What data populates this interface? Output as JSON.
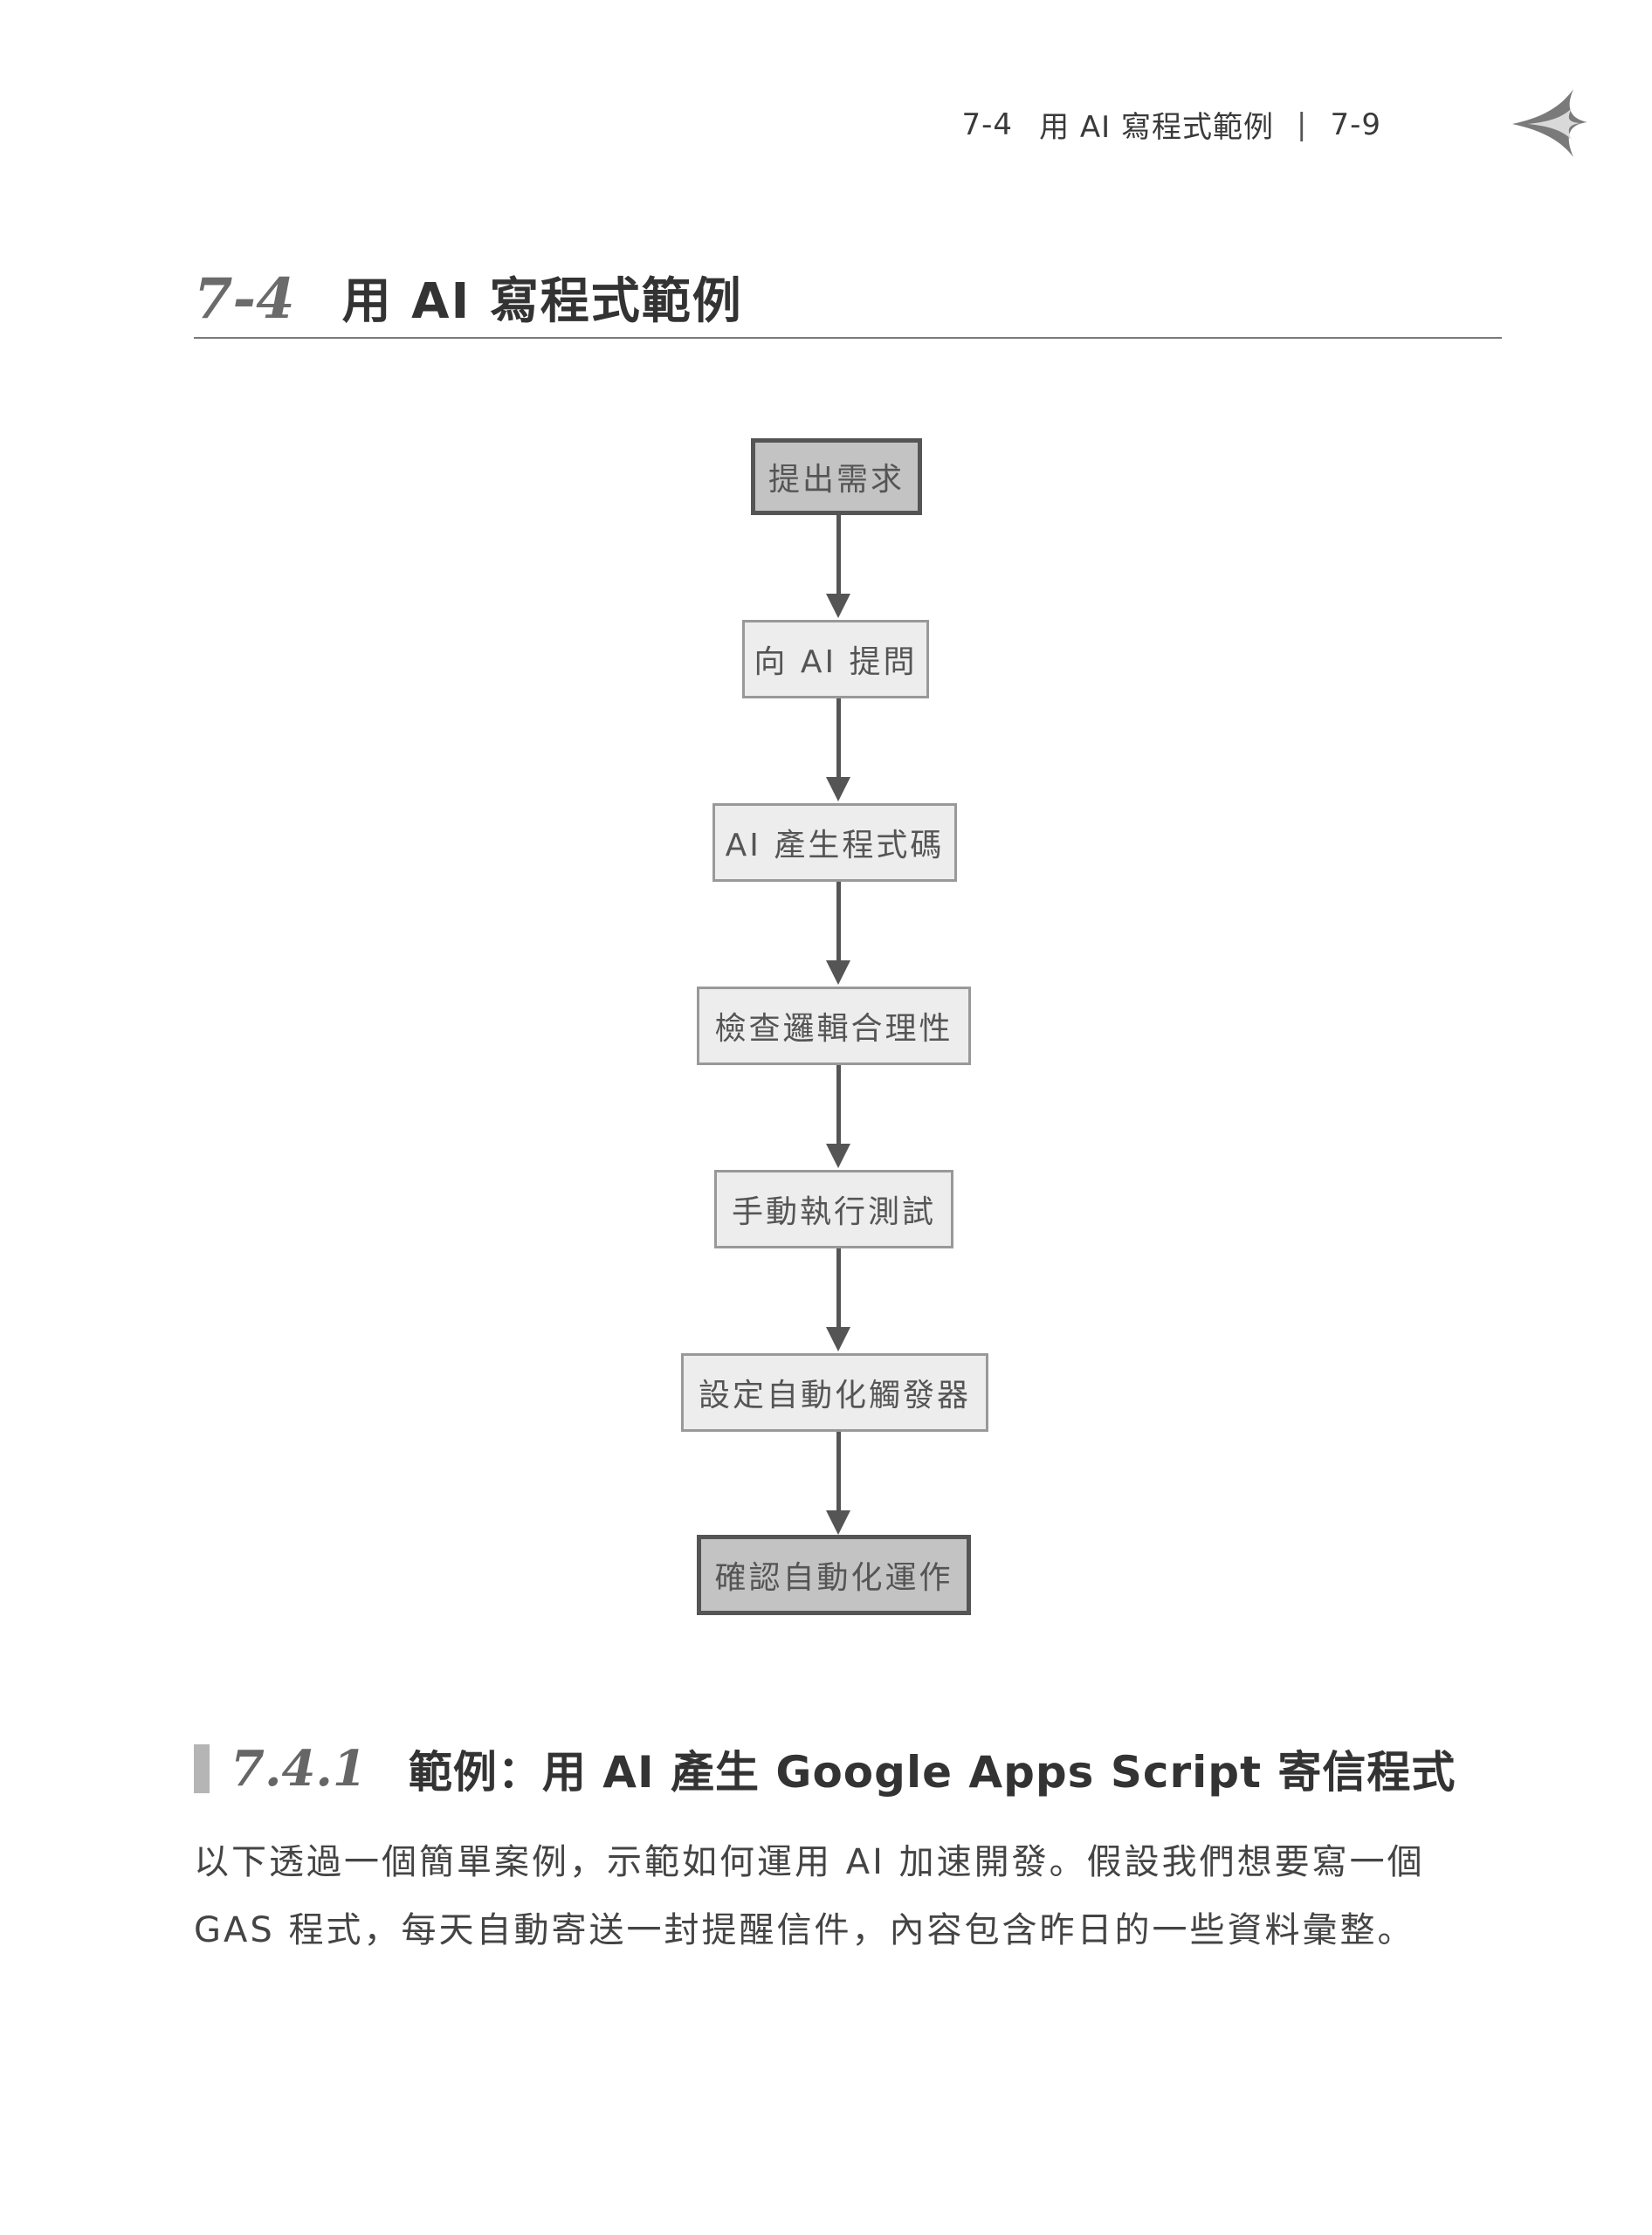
{
  "running_header": {
    "section": "7-4",
    "title": "用 AI 寫程式範例",
    "separator": "|",
    "page": "7-9"
  },
  "section": {
    "number": "7-4",
    "title": "用 AI 寫程式範例"
  },
  "flowchart": {
    "steps": [
      {
        "label": "提出需求"
      },
      {
        "label": "向 AI 提問"
      },
      {
        "label": "AI 產生程式碼"
      },
      {
        "label": "檢查邏輯合理性"
      },
      {
        "label": "手動執行測試"
      },
      {
        "label": "設定自動化觸發器"
      },
      {
        "label": "確認自動化運作"
      }
    ]
  },
  "subsection": {
    "number": "7.4.1",
    "title": "範例：用 AI 產生 Google Apps Script 寄信程式"
  },
  "body": {
    "lines": [
      "以下透過一個簡單案例，示範如何運用 AI 加速開發。假設我們想要寫一個",
      "GAS 程式，每天自動寄送一封提醒信件，內容包含昨日的一些資料彙整。"
    ]
  }
}
